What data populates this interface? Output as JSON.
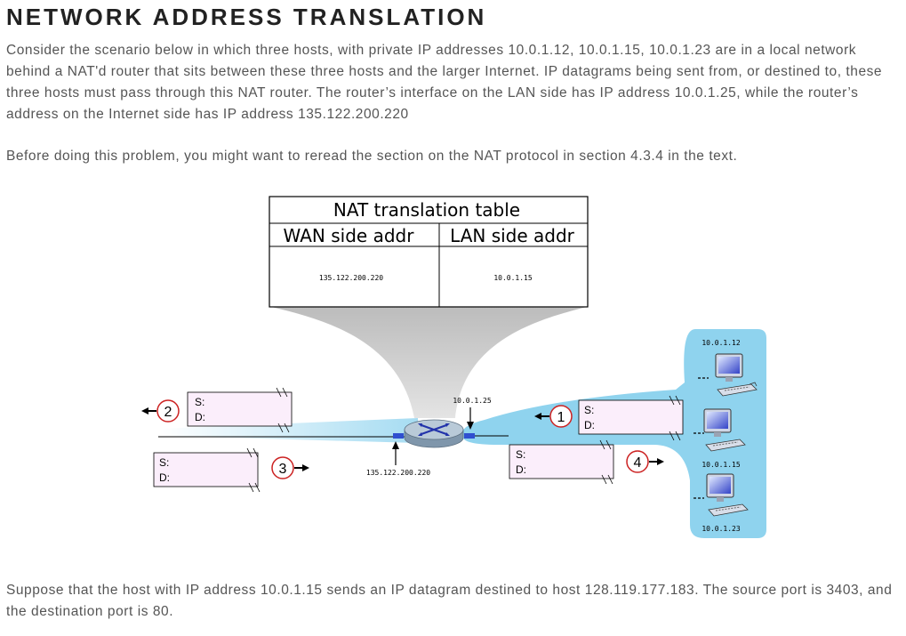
{
  "title": "NETWORK ADDRESS TRANSLATION",
  "intro": "Consider the scenario below in which three hosts, with private IP addresses 10.0.1.12, 10.0.1.15, 10.0.1.23 are in a local network behind a NAT'd router that sits between these three hosts and the larger Internet. IP datagrams being sent from, or destined to, these three hosts must pass through this NAT router. The router’s interface on the LAN side has IP address 10.0.1.25, while the router’s address on the Internet side has IP address 135.122.200.220",
  "note": "Before doing this problem, you might want to reread the section on the NAT protocol in section 4.3.4 in the text.",
  "question": "Suppose that the host with IP address 10.0.1.15 sends an IP datagram destined to host 128.119.177.183. The source port is 3403, and the destination port is 80.",
  "diagram": {
    "nat_table": {
      "title": "NAT translation table",
      "wan_header": "WAN side addr",
      "lan_header": "LAN side addr",
      "wan_value": "135.122.200.220",
      "lan_value": "10.0.1.15"
    },
    "router": {
      "lan_ip": "10.0.1.25",
      "wan_ip": "135.122.200.220"
    },
    "hosts": [
      {
        "ip": "10.0.1.12"
      },
      {
        "ip": "10.0.1.15"
      },
      {
        "ip": "10.0.1.23"
      }
    ],
    "datagrams": [
      {
        "number": "2",
        "src_label": "S:",
        "dst_label": "D:"
      },
      {
        "number": "1",
        "src_label": "S:",
        "dst_label": "D:"
      },
      {
        "number": "3",
        "src_label": "S:",
        "dst_label": "D:"
      },
      {
        "number": "4",
        "src_label": "S:",
        "dst_label": "D:"
      }
    ],
    "colors": {
      "lan_cloud": "#8fd3ee",
      "datagram_fill": "#fbeefb",
      "step_circle": "#cc2222",
      "router_body": "#9fb4c6"
    }
  }
}
